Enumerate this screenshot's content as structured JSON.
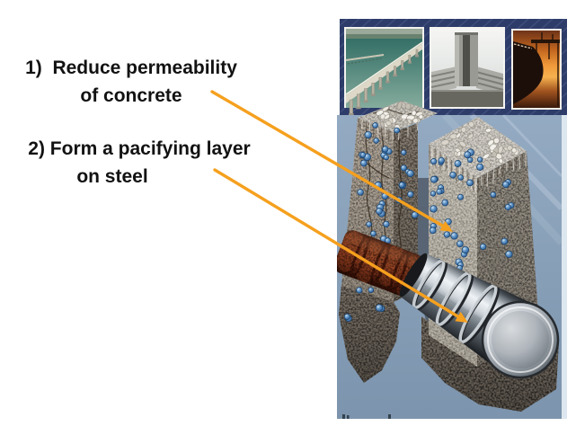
{
  "bullets": {
    "item1_line1": "1)  Reduce permeability",
    "item1_line2": "of concrete",
    "item2_line1": "2) Form a pacifying layer",
    "item2_line2": "on steel"
  },
  "figure": {
    "photos": [
      "bridge-over-water",
      "concrete-building",
      "ship-at-sunset"
    ],
    "subject": "concrete-blocks-with-corroded-and-passivated-rebar"
  },
  "colors": {
    "background": "#ffffff",
    "text": "#121212",
    "arrow": "#f5a01e",
    "navy_band": "#2d3c69",
    "sky": "#8aa2bb"
  }
}
